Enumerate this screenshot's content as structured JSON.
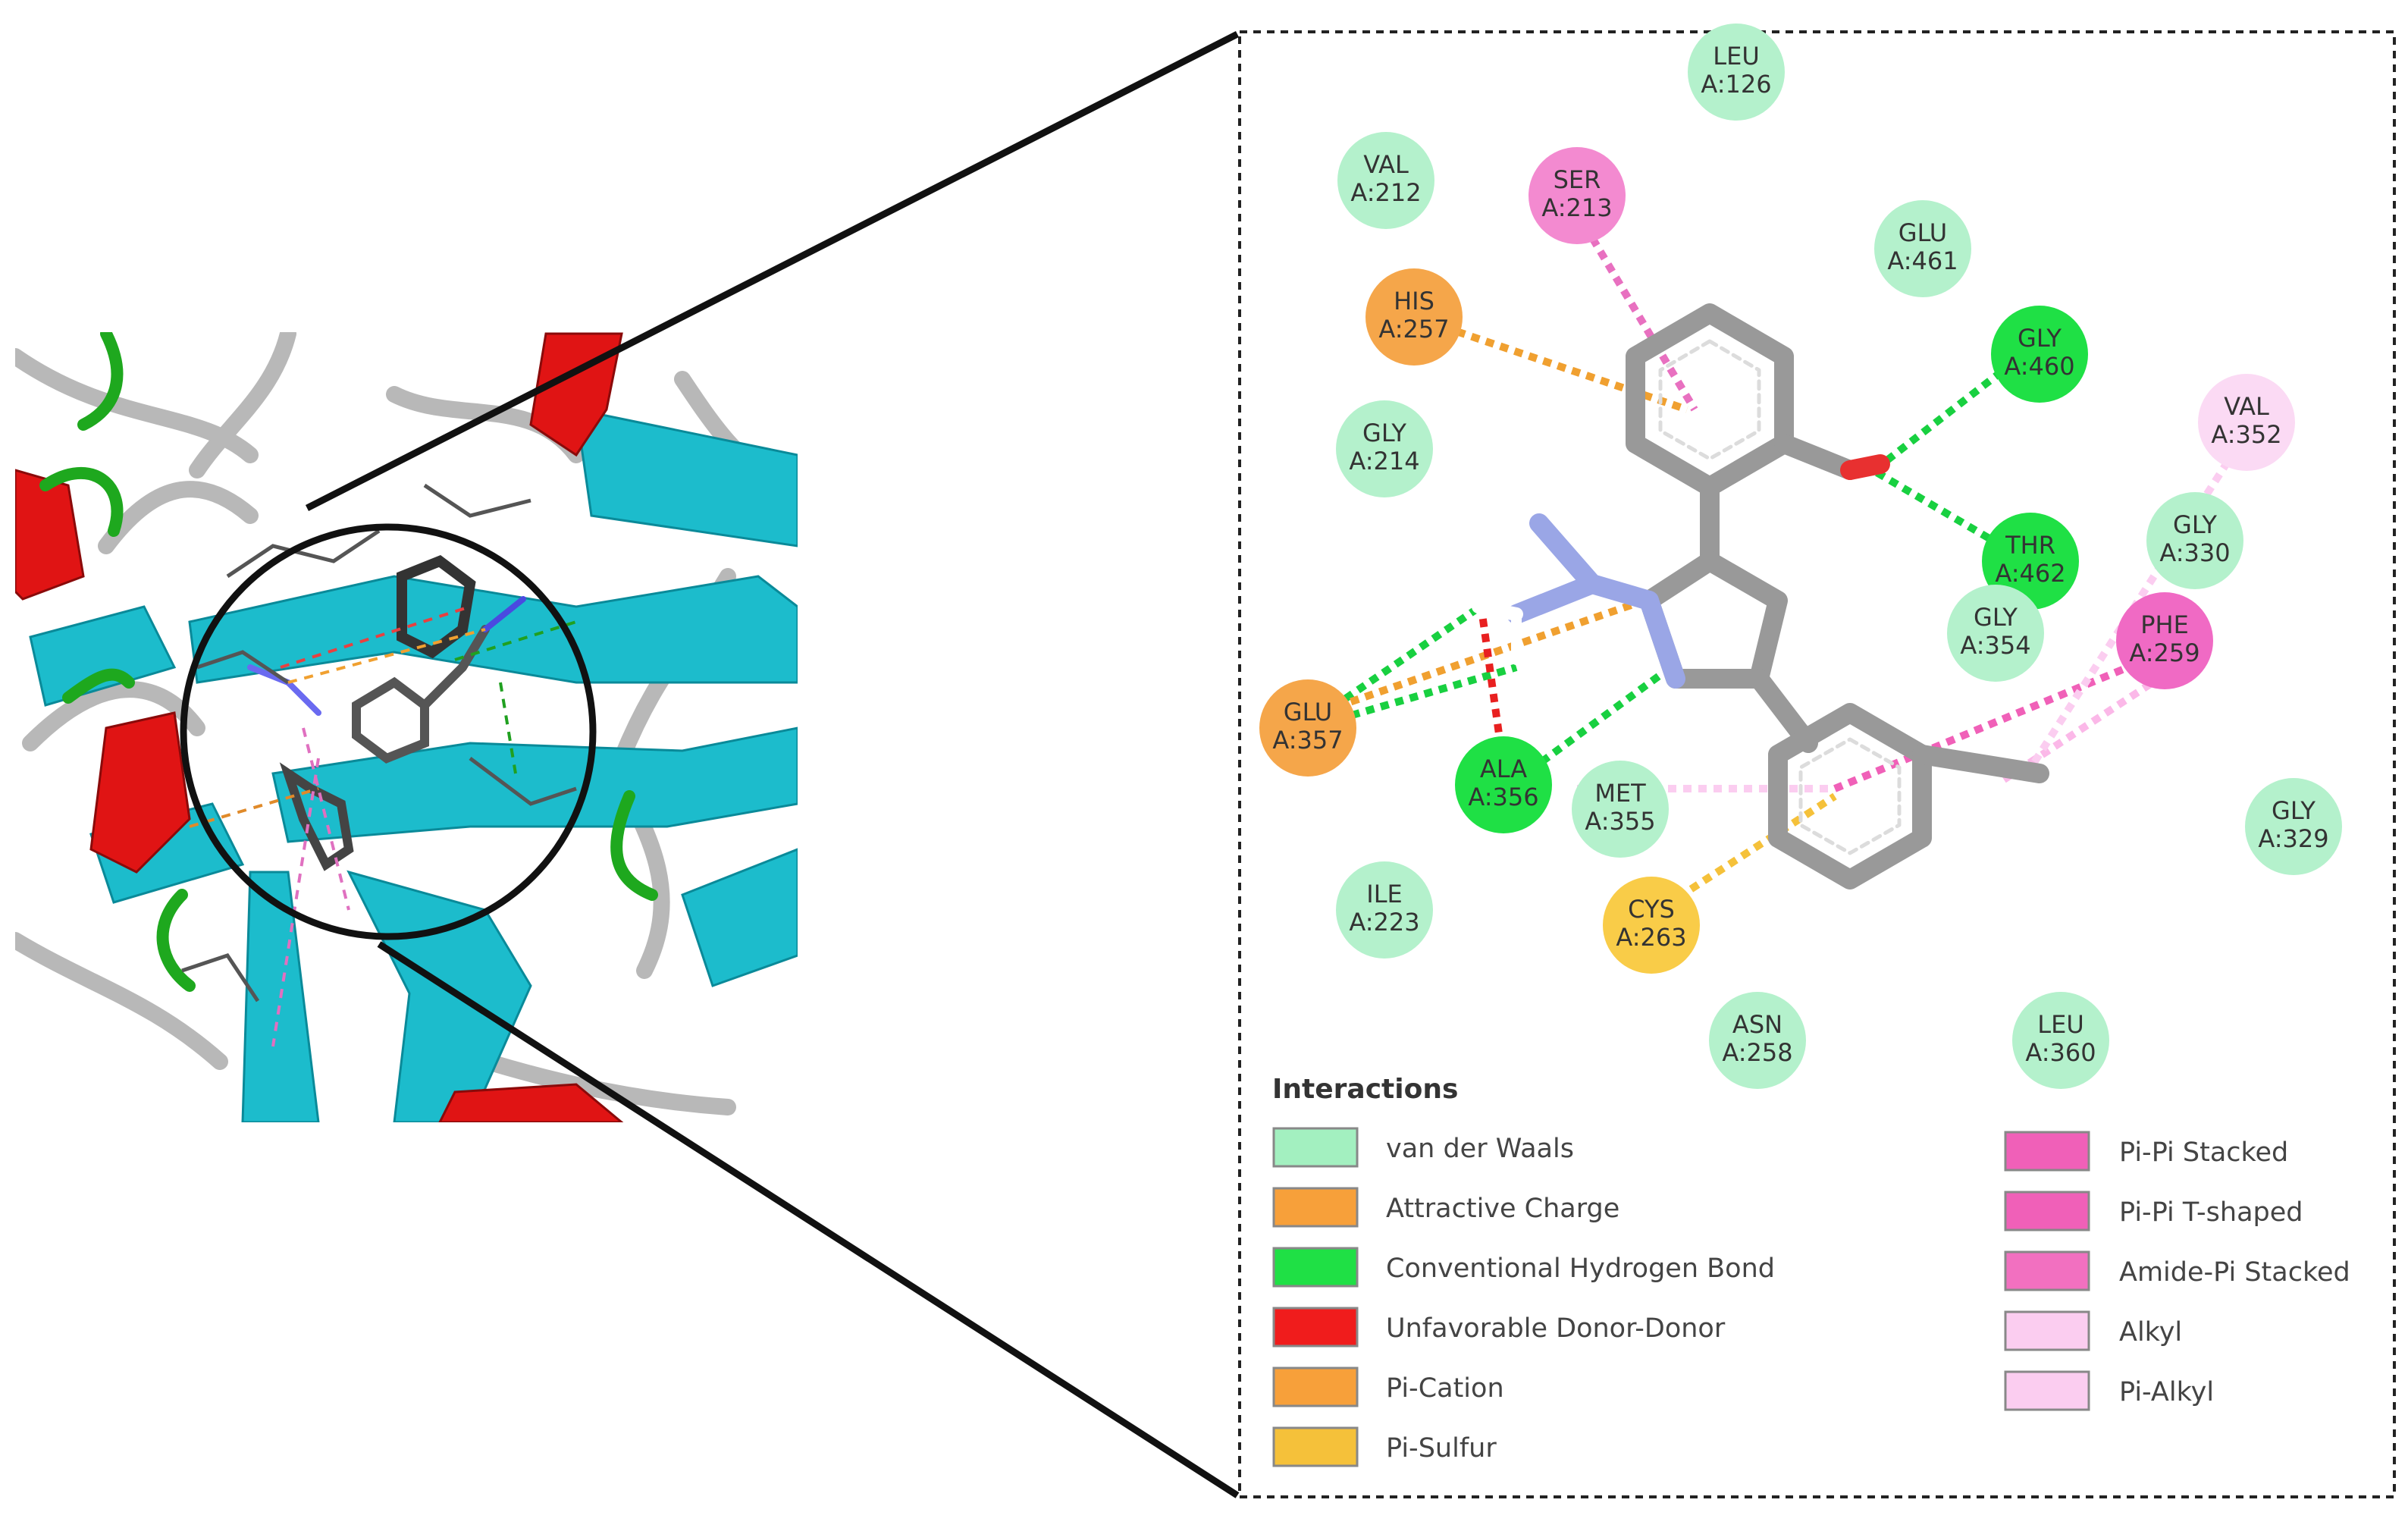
{
  "residues": [
    {
      "name": "LEU",
      "id": "A:126",
      "type": "van der Waals"
    },
    {
      "name": "VAL",
      "id": "A:212",
      "type": "van der Waals"
    },
    {
      "name": "SER",
      "id": "A:213",
      "type": "Amide-Pi Stacked"
    },
    {
      "name": "GLU",
      "id": "A:461",
      "type": "van der Waals"
    },
    {
      "name": "HIS",
      "id": "A:257",
      "type": "Pi-Cation"
    },
    {
      "name": "GLY",
      "id": "A:460",
      "type": "Conventional Hydrogen Bond"
    },
    {
      "name": "VAL",
      "id": "A:352",
      "type": "Alkyl"
    },
    {
      "name": "GLY",
      "id": "A:214",
      "type": "van der Waals"
    },
    {
      "name": "GLY",
      "id": "A:330",
      "type": "van der Waals"
    },
    {
      "name": "THR",
      "id": "A:462",
      "type": "Conventional Hydrogen Bond"
    },
    {
      "name": "GLY",
      "id": "A:354",
      "type": "van der Waals"
    },
    {
      "name": "PHE",
      "id": "A:259",
      "type": "Pi-Pi Stacked"
    },
    {
      "name": "GLU",
      "id": "A:357",
      "type": "Attractive Charge"
    },
    {
      "name": "ALA",
      "id": "A:356",
      "type": "Conventional Hydrogen Bond"
    },
    {
      "name": "MET",
      "id": "A:355",
      "type": "van der Waals"
    },
    {
      "name": "GLY",
      "id": "A:329",
      "type": "van der Waals"
    },
    {
      "name": "ILE",
      "id": "A:223",
      "type": "van der Waals"
    },
    {
      "name": "CYS",
      "id": "A:263",
      "type": "Pi-Sulfur"
    },
    {
      "name": "ASN",
      "id": "A:258",
      "type": "van der Waals"
    },
    {
      "name": "LEU",
      "id": "A:360",
      "type": "van der Waals"
    }
  ],
  "legend": {
    "title": "Interactions",
    "items": [
      {
        "label": "van der Waals",
        "color": "#a3f0c0"
      },
      {
        "label": "Attractive Charge",
        "color": "#f7a03a"
      },
      {
        "label": "Conventional Hydrogen Bond",
        "color": "#1fe045"
      },
      {
        "label": "Unfavorable Donor-Donor",
        "color": "#f01c1c"
      },
      {
        "label": "Pi-Cation",
        "color": "#f7a03a"
      },
      {
        "label": "Pi-Sulfur",
        "color": "#f5c13a"
      },
      {
        "label": "Pi-Pi Stacked",
        "color": "#f060b8"
      },
      {
        "label": "Pi-Pi T-shaped",
        "color": "#f060b8"
      },
      {
        "label": "Amide-Pi Stacked",
        "color": "#f270c0"
      },
      {
        "label": "Alkyl",
        "color": "#fbcdf0"
      },
      {
        "label": "Pi-Alkyl",
        "color": "#fbcdf0"
      }
    ]
  }
}
